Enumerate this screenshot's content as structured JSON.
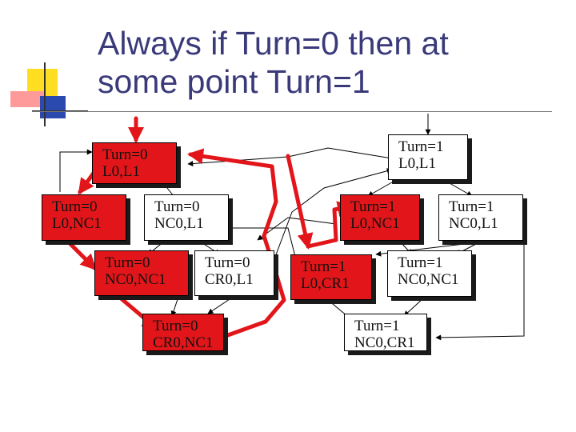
{
  "title": {
    "line1": "Always if Turn=0 then at",
    "line2": "some point Turn=1"
  },
  "colors": {
    "title_text": "#3a3a7a",
    "red_state": "#e2161a",
    "white_state": "#ffffff",
    "path_arrow": "#e2161a",
    "edge": "#000000"
  },
  "states": {
    "s_t0_l0_l1": {
      "turn": "Turn=0",
      "locs": "L0,L1",
      "highlighted": true
    },
    "s_t1_l0_l1": {
      "turn": "Turn=1",
      "locs": "L0,L1",
      "highlighted": false
    },
    "s_t0_l0_nc1": {
      "turn": "Turn=0",
      "locs": "L0,NC1",
      "highlighted": true
    },
    "s_t0_nc0_l1": {
      "turn": "Turn=0",
      "locs": "NC0,L1",
      "highlighted": false
    },
    "s_t1_l0_nc1": {
      "turn": "Turn=1",
      "locs": "L0,NC1",
      "highlighted": true
    },
    "s_t1_nc0_l1": {
      "turn": "Turn=1",
      "locs": "NC0,L1",
      "highlighted": false
    },
    "s_t0_nc0_nc1": {
      "turn": "Turn=0",
      "locs": "NC0,NC1",
      "highlighted": true
    },
    "s_t0_cr0_l1": {
      "turn": "Turn=0",
      "locs": "CR0,L1",
      "highlighted": false
    },
    "s_t1_l0_cr1": {
      "turn": "Turn=1",
      "locs": "L0,CR1",
      "highlighted": true
    },
    "s_t1_nc0_nc1": {
      "turn": "Turn=1",
      "locs": "NC0,NC1",
      "highlighted": false
    },
    "s_t0_cr0_nc1": {
      "turn": "Turn=0",
      "locs": "CR0,NC1",
      "highlighted": true
    },
    "s_t1_nc0_cr1": {
      "turn": "Turn=1",
      "locs": "NC0,CR1",
      "highlighted": false
    }
  }
}
